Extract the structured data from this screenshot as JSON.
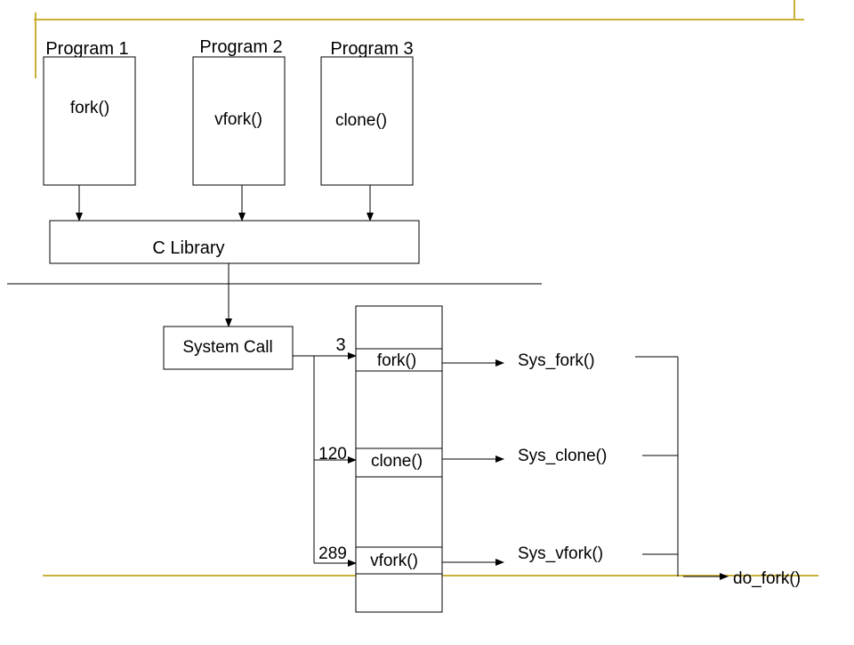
{
  "colors": {
    "accent_gold": "#C9B037",
    "stroke": "#000000",
    "background": "#FFFFFF"
  },
  "programs": [
    {
      "title": "Program 1",
      "call": "fork()"
    },
    {
      "title": "Program 2",
      "call": "vfork()"
    },
    {
      "title": "Program 3",
      "call": "clone()"
    }
  ],
  "c_library": {
    "label": "C Library"
  },
  "system_call": {
    "label": "System Call"
  },
  "syscall_table": {
    "entries": [
      {
        "number": "3",
        "name": "fork()",
        "handler": "Sys_fork()"
      },
      {
        "number": "120",
        "name": "clone()",
        "handler": "Sys_clone()"
      },
      {
        "number": "289",
        "name": "vfork()",
        "handler": "Sys_vfork()"
      }
    ]
  },
  "do_fork": {
    "label": "do_fork()"
  }
}
